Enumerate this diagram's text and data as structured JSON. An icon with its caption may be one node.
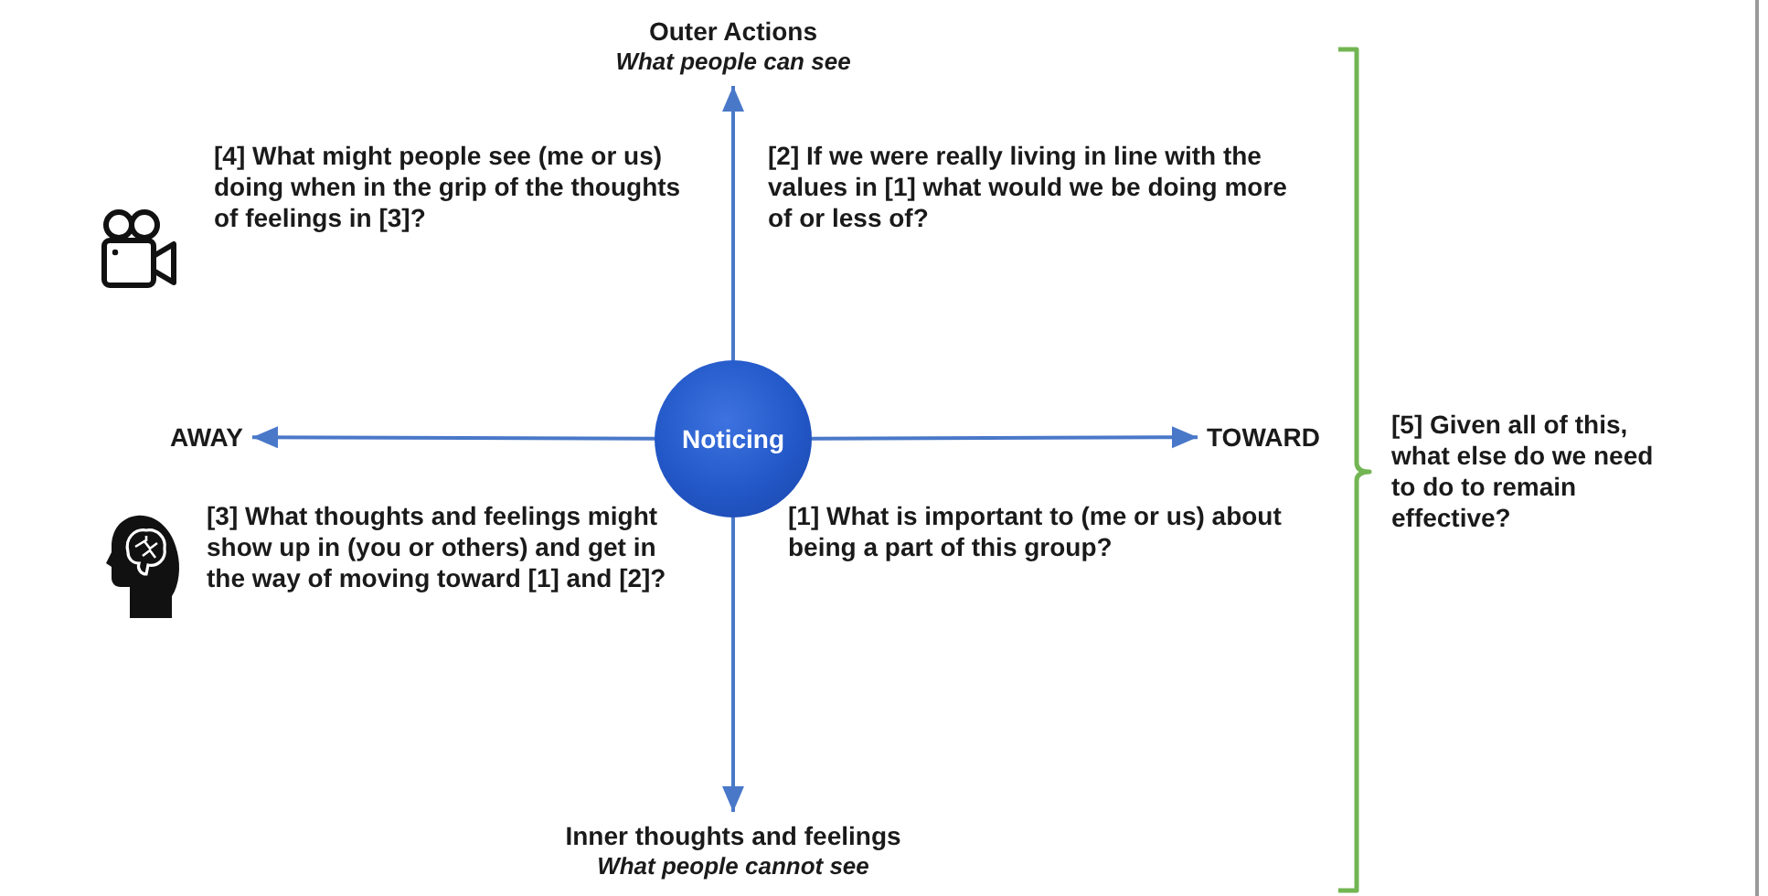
{
  "diagram": {
    "nodes": [
      {
        "text": [
          "Outer Actions",
          "What people can see"
        ]
      },
      {
        "text": [
          "AWAY"
        ]
      },
      {
        "text": [
          "Noticing"
        ]
      },
      {
        "text": [
          "TOWARD"
        ]
      },
      {
        "text": [
          "Inner thoughts and feelings",
          "What people cannot see"
        ]
      }
    ],
    "edges": [
      {
        "from": 2,
        "to": 0,
        "arrow": "to"
      },
      {
        "from": 2,
        "to": 1,
        "arrow": "to"
      },
      {
        "from": 2,
        "to": 3,
        "arrow": "to"
      },
      {
        "from": 2,
        "to": 4,
        "arrow": "to"
      }
    ],
    "labels": [
      "[4] What might people see (me or us) doing when in the grip of the thoughts of feelings in [3]?",
      "[2] If we were really living in line with the values in [1] what would we be doing more of or less of?",
      "[5] Given all of this, what else do we need to do to remain effective?",
      "[3] What thoughts and feelings might show up in (you or others) and get in the way of moving toward [1] and [2]?",
      "[1] What is important to (me or us) about being a part of this group?"
    ]
  }
}
